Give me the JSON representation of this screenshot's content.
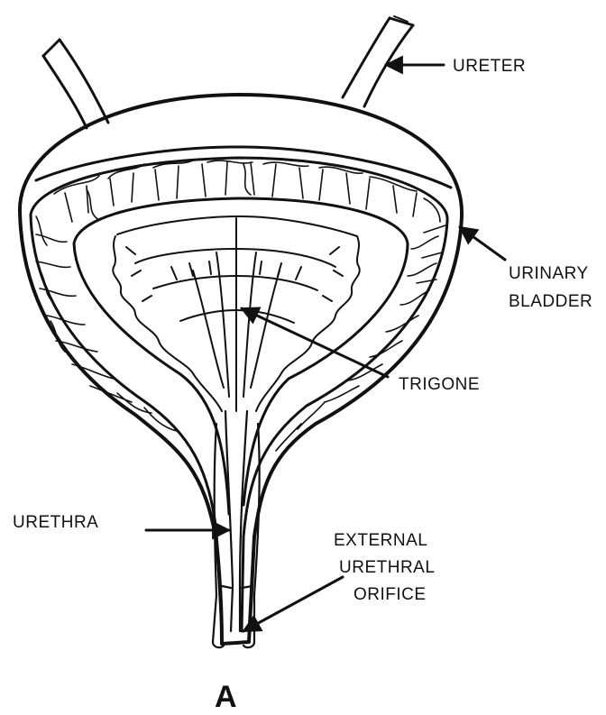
{
  "diagram": {
    "figure_letter": "A",
    "labels": {
      "ureter": "URETER",
      "urinary_bladder_line1": "URINARY",
      "urinary_bladder_line2": "BLADDER",
      "trigone": "TRIGONE",
      "urethra": "URETHRA",
      "external_orifice_line1": "EXTERNAL",
      "external_orifice_line2": "URETHRAL",
      "external_orifice_line3": "ORIFICE"
    },
    "colors": {
      "ink": "#111111",
      "background": "#ffffff"
    }
  }
}
